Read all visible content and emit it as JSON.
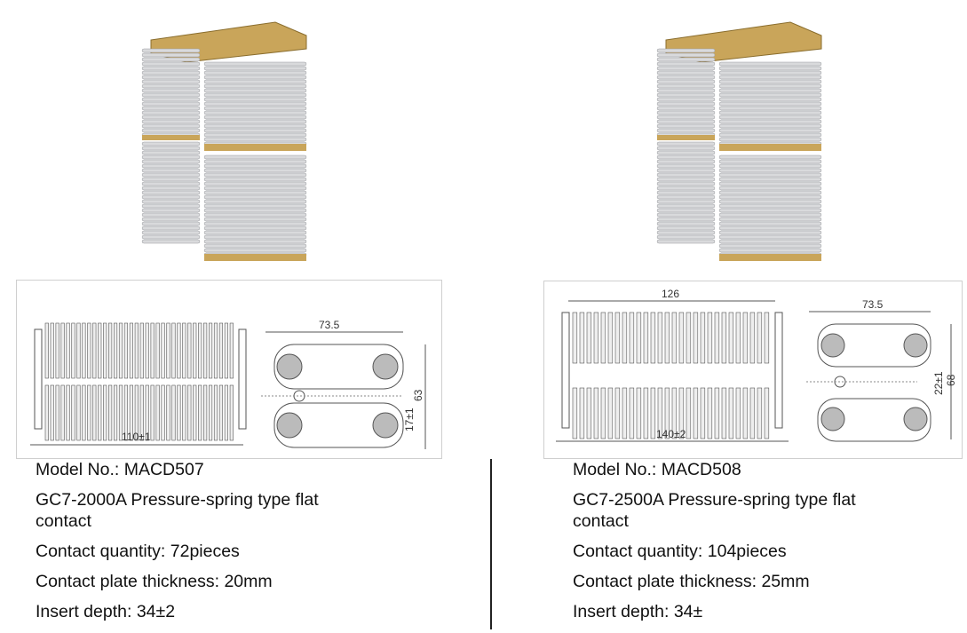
{
  "products": [
    {
      "model": "Model No.: MACD507",
      "title_line1": "GC7-2000A Pressure-spring type flat",
      "title_line2": "contact",
      "quantity": "Contact quantity: 72pieces",
      "thickness": "Contact plate thickness: 20mm",
      "insert_depth": "Insert depth: 34±2",
      "drawing": {
        "length": "110±1",
        "width": "73.5",
        "height": "63",
        "gap": "17±1"
      }
    },
    {
      "model": "Model No.: MACD508",
      "title_line1": "GC7-2500A Pressure-spring type flat",
      "title_line2": "contact",
      "quantity": "Contact quantity: 104pieces",
      "thickness": "Contact plate thickness: 25mm",
      "insert_depth": "Insert depth: 34±",
      "drawing": {
        "inner_length": "126",
        "length": "140±2",
        "width": "73.5",
        "height": "68",
        "gap": "22±1"
      }
    }
  ],
  "colors": {
    "brass": "#c9a55a",
    "silver": "#d9dadc",
    "line": "#555555"
  }
}
